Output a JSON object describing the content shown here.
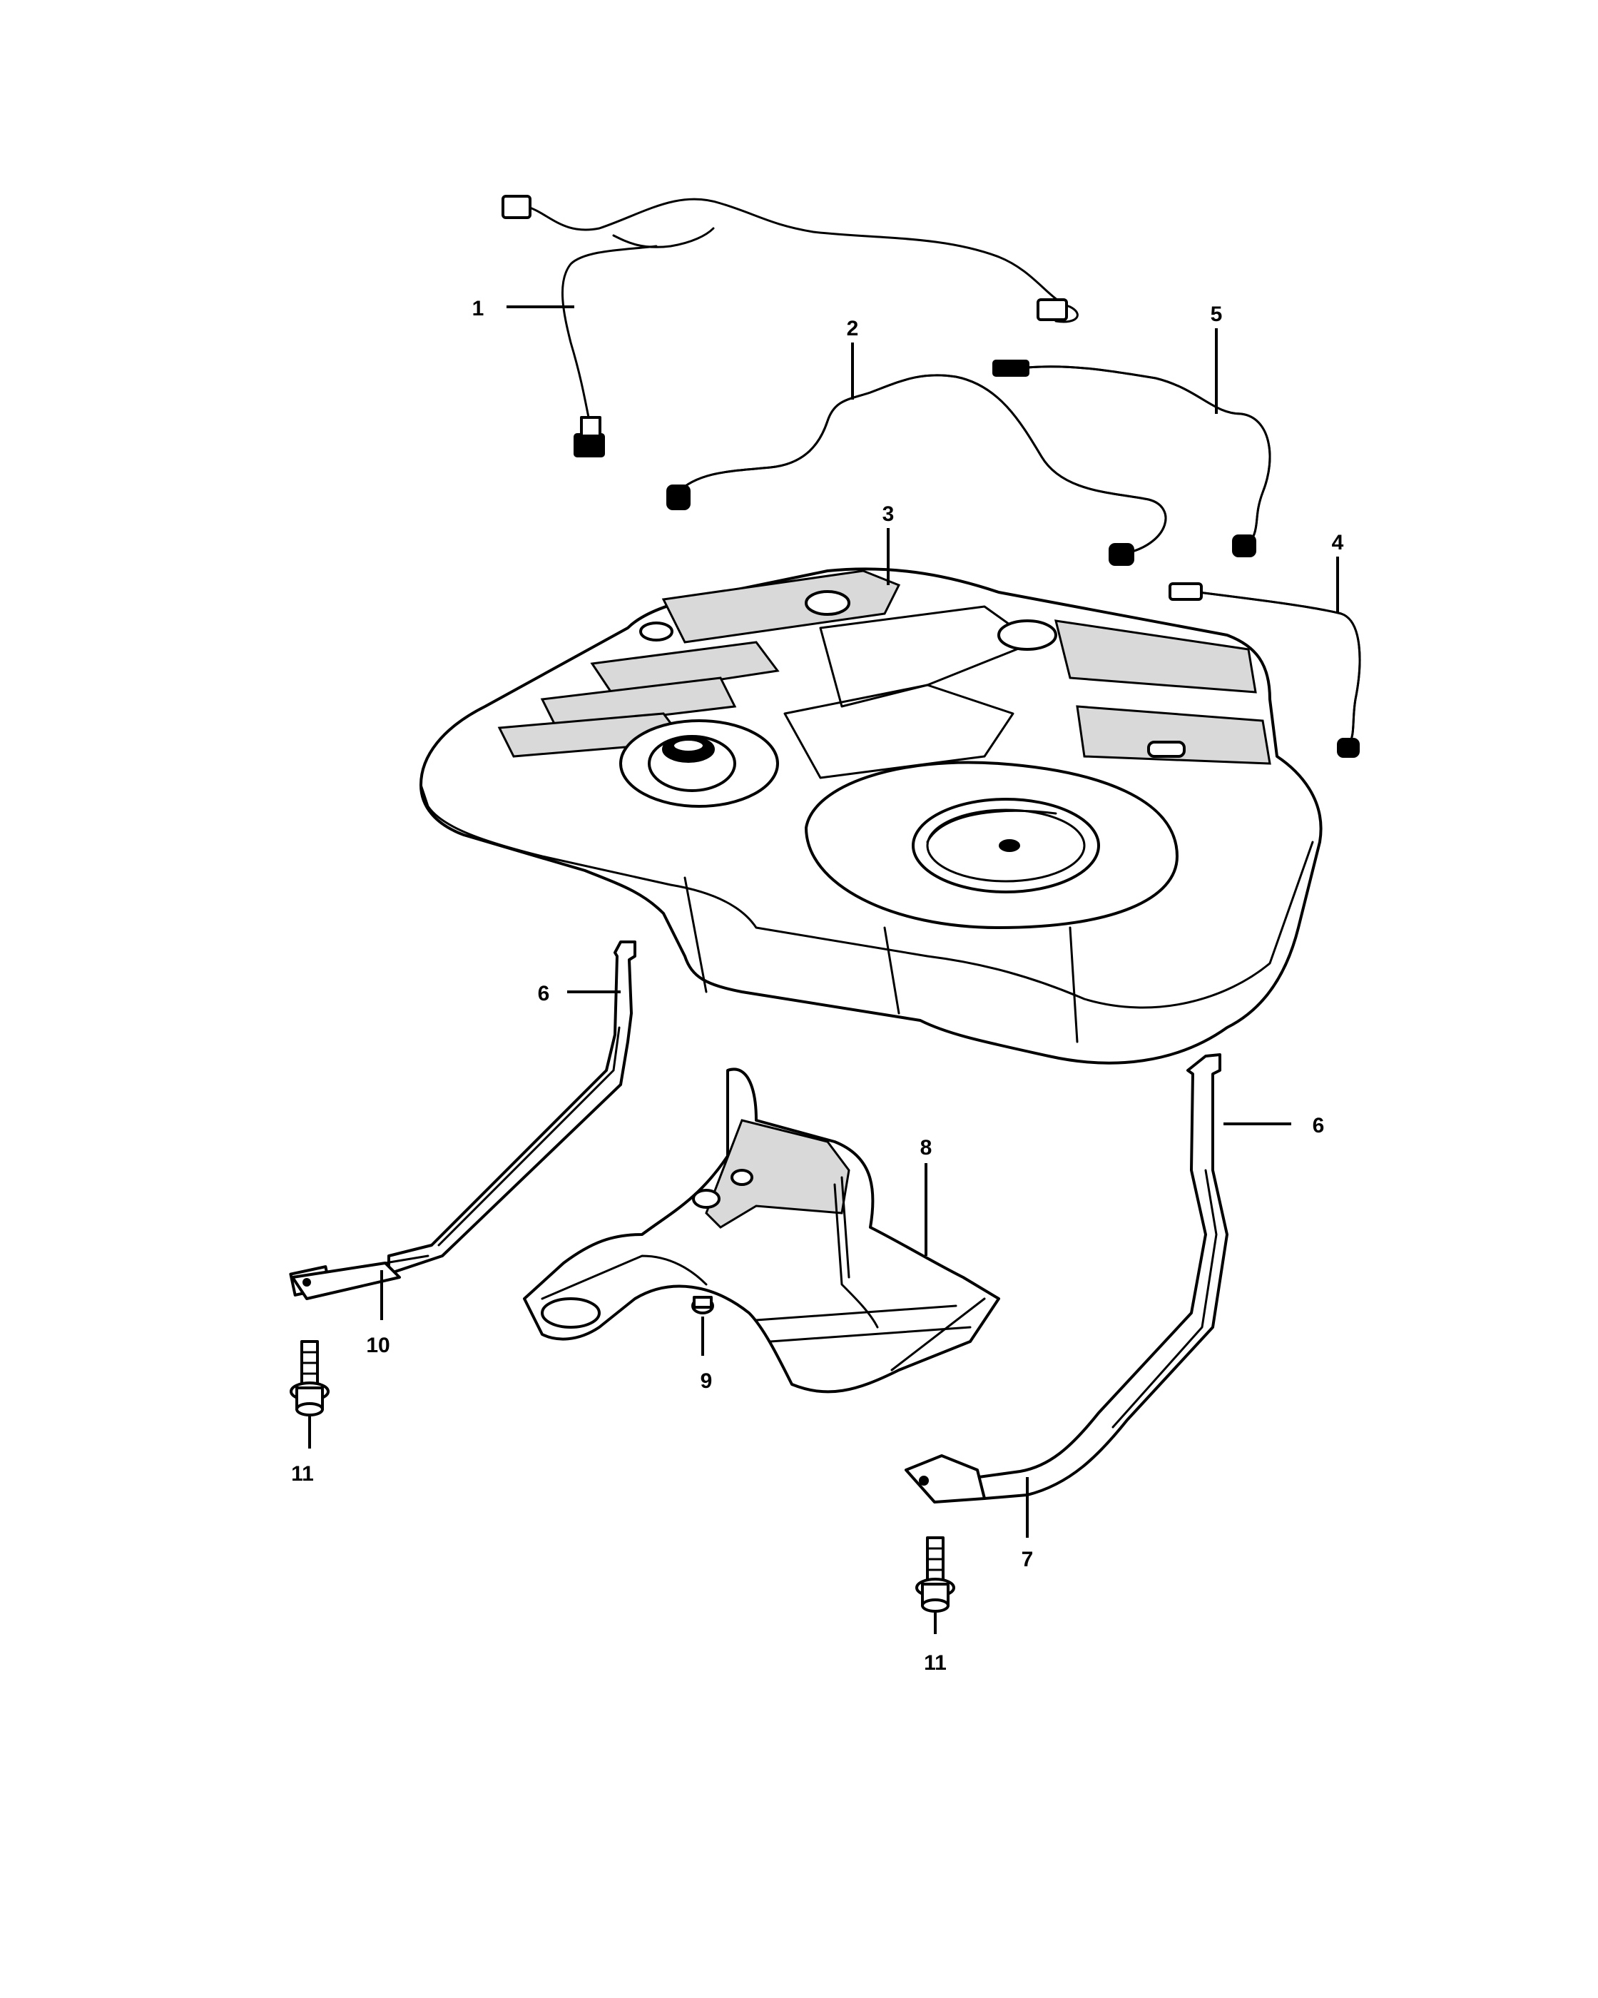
{
  "diagram": {
    "callouts": [
      {
        "id": "c1",
        "label": "1"
      },
      {
        "id": "c2",
        "label": "2"
      },
      {
        "id": "c3",
        "label": "3"
      },
      {
        "id": "c4",
        "label": "4"
      },
      {
        "id": "c5",
        "label": "5"
      },
      {
        "id": "c6a",
        "label": "6"
      },
      {
        "id": "c6b",
        "label": "6"
      },
      {
        "id": "c7",
        "label": "7"
      },
      {
        "id": "c8",
        "label": "8"
      },
      {
        "id": "c9",
        "label": "9"
      },
      {
        "id": "c10",
        "label": "10"
      },
      {
        "id": "c11a",
        "label": "11"
      },
      {
        "id": "c11b",
        "label": "11"
      }
    ]
  }
}
